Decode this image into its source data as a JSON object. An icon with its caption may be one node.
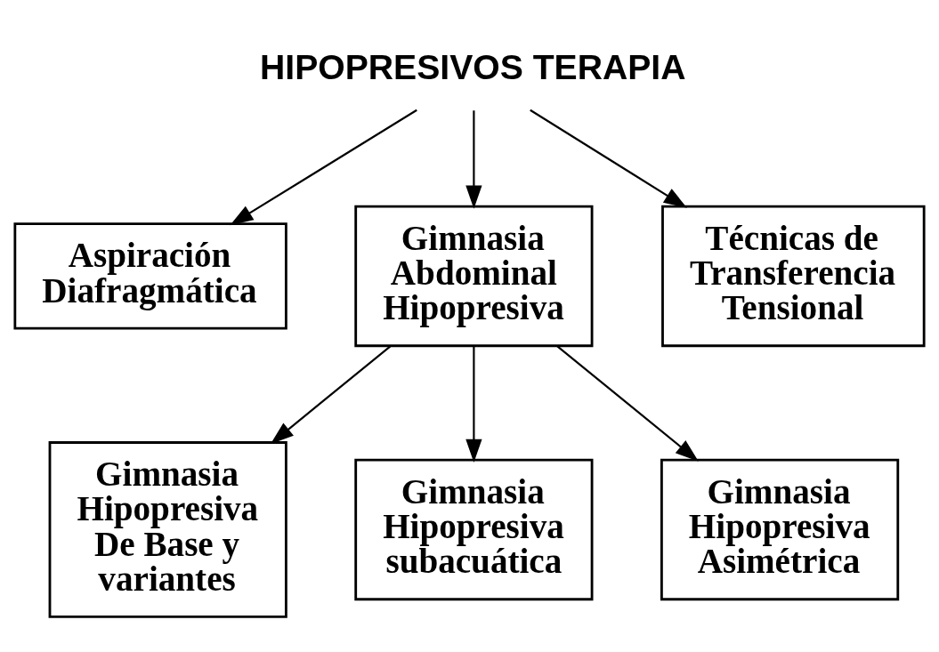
{
  "diagram": {
    "nodes": [
      {
        "text": [
          "HIPOPRESIVOS TERAPIA"
        ]
      },
      {
        "text": [
          "Aspiración Diafragmática"
        ]
      },
      {
        "text": [
          "Gimnasia Abdominal Hipopresiva"
        ]
      },
      {
        "text": [
          "Técnicas de Transferencia Tensional"
        ]
      },
      {
        "text": [
          "Gimnasia Hipopresiva De Base y variantes"
        ]
      },
      {
        "text": [
          "Gimnasia Hipopresiva subacuática"
        ]
      },
      {
        "text": [
          "Gimnasia Hipopresiva Asimétrica"
        ]
      }
    ],
    "edges": [
      {
        "from": 0,
        "to": 1,
        "arrow": "to"
      },
      {
        "from": 0,
        "to": 2,
        "arrow": "to"
      },
      {
        "from": 0,
        "to": 3,
        "arrow": "to"
      },
      {
        "from": 2,
        "to": 4,
        "arrow": "to"
      },
      {
        "from": 2,
        "to": 5,
        "arrow": "to"
      },
      {
        "from": 2,
        "to": 6,
        "arrow": "to"
      }
    ]
  }
}
